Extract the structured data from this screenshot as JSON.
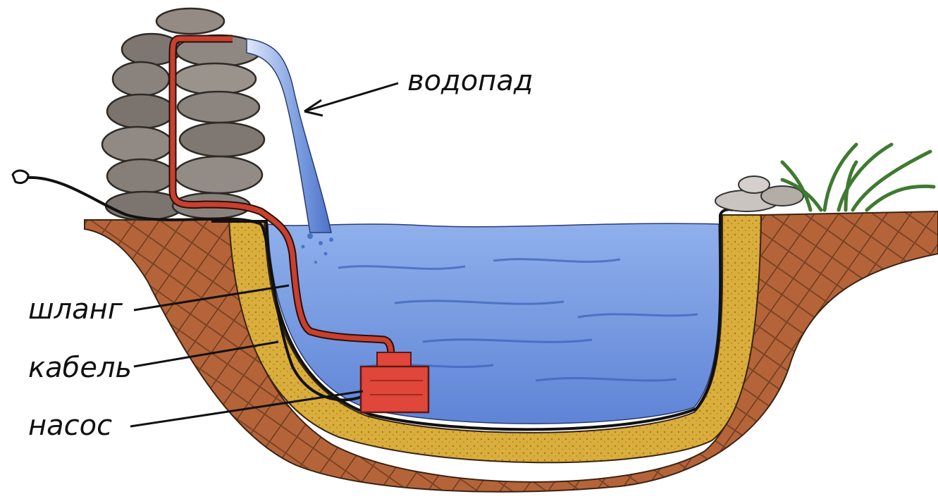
{
  "labels": {
    "waterfall": "водопад",
    "hose": "шланг",
    "cable": "кабель",
    "pump": "насос"
  },
  "colors": {
    "soil": "#a0522d",
    "soil_dark": "#6b3a1e",
    "sand_liner": "#d9ae3c",
    "water": "#6f92dc",
    "water_light": "#a9c0ee",
    "hose": "#c8402e",
    "pump": "#e0463a",
    "stone": "#8a8580",
    "grass": "#4c8a3c"
  }
}
